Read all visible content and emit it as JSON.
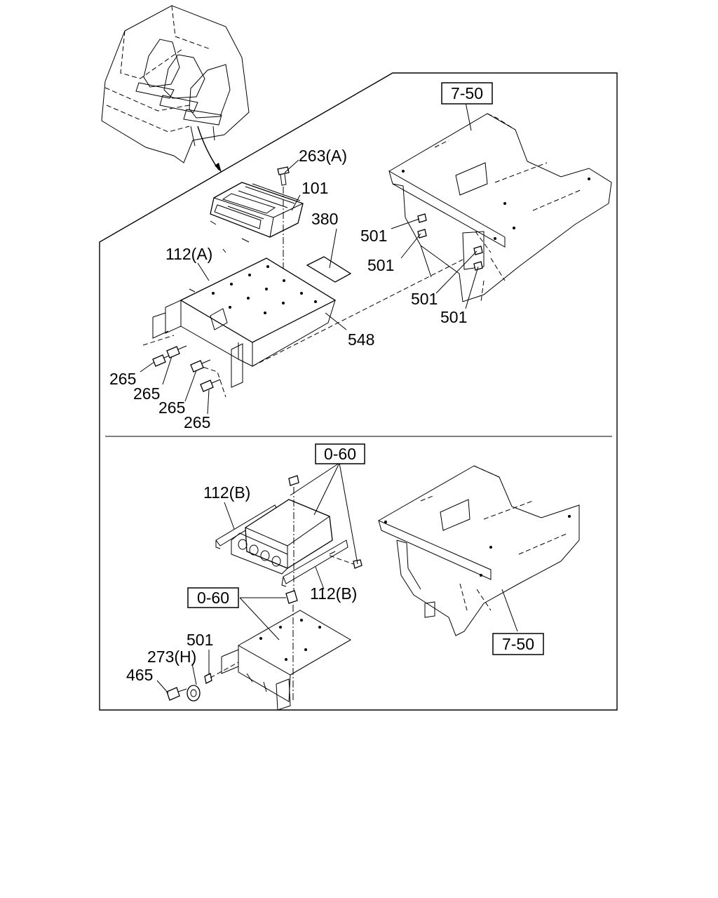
{
  "diagram": {
    "callouts": {
      "ref_7_50_top": "7-50",
      "ref_7_50_bottom": "7-50",
      "ref_0_60_top": "0-60",
      "ref_0_60_left": "0-60"
    },
    "labels": {
      "p263a": "263(A)",
      "p101": "101",
      "p380": "380",
      "p112a": "112(A)",
      "p501_1": "501",
      "p501_2": "501",
      "p501_3": "501",
      "p501_4": "501",
      "p548": "548",
      "p265_1": "265",
      "p265_2": "265",
      "p265_3": "265",
      "p265_4": "265",
      "p112b_top": "112(B)",
      "p112b_bot": "112(B)",
      "p501_5": "501",
      "p273h": "273(H)",
      "p465": "465"
    }
  }
}
